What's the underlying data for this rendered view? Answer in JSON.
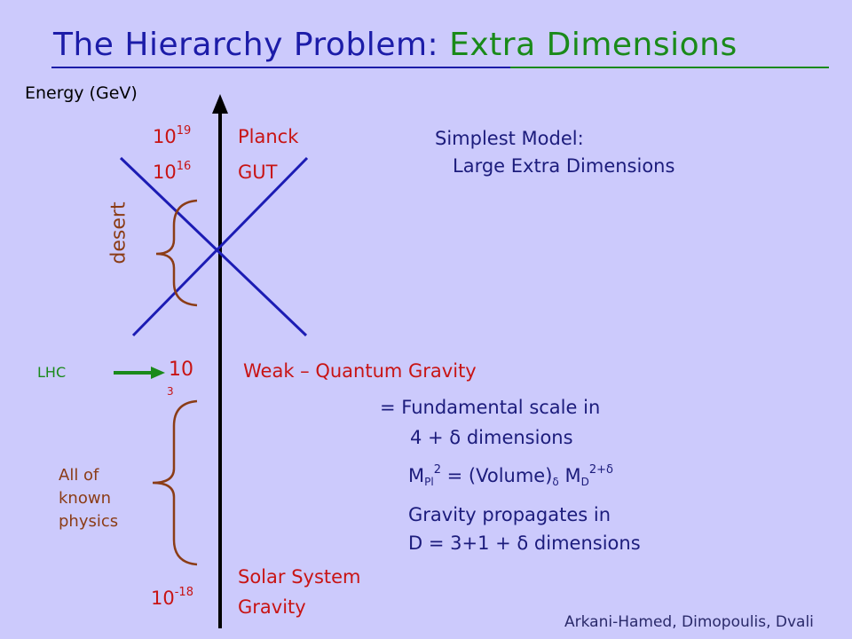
{
  "title": {
    "part1": "The Hierarchy Problem:",
    "part2": "Extra Dimensions"
  },
  "axis": {
    "label": "Energy (GeV)"
  },
  "scales": {
    "planck": {
      "base": "10",
      "exp": "19",
      "label": "Planck"
    },
    "gut": {
      "base": "10",
      "exp": "16",
      "label": "GUT"
    },
    "weak": {
      "base": "10",
      "exp": "3",
      "label": "Weak – Quantum Gravity"
    },
    "solar": {
      "base": "10",
      "exp": "-18",
      "label_line1": "Solar System",
      "label_line2": "Gravity"
    }
  },
  "desert_label": "desert",
  "known_physics_label": "All of known physics",
  "lhc_label": "LHC",
  "model": {
    "line1": "Simplest Model:",
    "line2": "Large Extra Dimensions"
  },
  "notes": {
    "line1": "= Fundamental scale in",
    "line2": "4 + δ dimensions",
    "formula_m": "M",
    "formula_pl": "Pl",
    "formula_sq": "2",
    "formula_mid": " = (Volume)",
    "formula_delta": "δ",
    "formula_md": " M",
    "formula_d": "D",
    "formula_exp": "2+δ",
    "line4": "Gravity propagates in",
    "line5": "D = 3+1 + δ dimensions"
  },
  "credit": "Arkani-Hamed, Dimopoulis, Dvali",
  "colors": {
    "background": "#cccafc",
    "title": "#1c1ca8",
    "accent_green": "#1a8a1a",
    "red": "#c81414",
    "brown": "#8b3c16",
    "line_blue": "#1c1cb4"
  }
}
